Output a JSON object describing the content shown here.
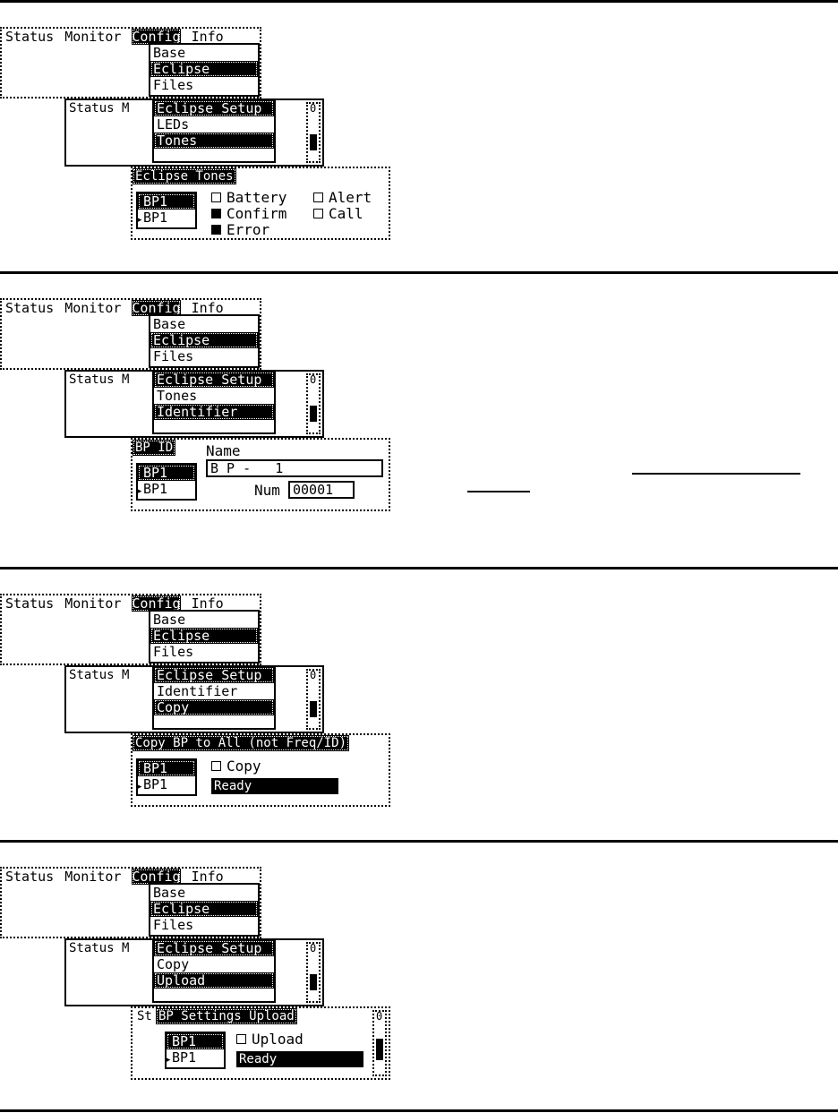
{
  "menubar": {
    "items": [
      "Status",
      "Monitor",
      "Config",
      "Info"
    ]
  },
  "config_menu": {
    "items": [
      "Base",
      "Eclipse",
      "Files"
    ]
  },
  "back_window": {
    "title": "Status",
    "title_frag": "M",
    "scroll_tag": "0"
  },
  "panels": [
    {
      "submenu_title": "Eclipse Setup",
      "submenu_items": [
        "LEDs",
        "Tones"
      ],
      "dialog_title": "Eclipse Tones",
      "bp_list": [
        "BP1",
        "BP1"
      ],
      "checks": [
        {
          "label": "Battery",
          "checked": false
        },
        {
          "label": "Confirm",
          "checked": true
        },
        {
          "label": "Error",
          "checked": true
        },
        {
          "label": "Alert",
          "checked": false
        },
        {
          "label": "Call",
          "checked": false
        }
      ]
    },
    {
      "submenu_title": "Eclipse Setup",
      "submenu_items": [
        "Tones",
        "Identifier"
      ],
      "dialog_title": "BP ID",
      "bp_list": [
        "BP1",
        "BP1"
      ],
      "name_label": "Name",
      "name_value": "B P -   1",
      "num_label": "Num",
      "num_value": "00001"
    },
    {
      "submenu_title": "Eclipse Setup",
      "submenu_items": [
        "Identifier",
        "Copy"
      ],
      "dialog_title": "Copy BP to All (not Freq/ID)",
      "bp_list": [
        "BP1",
        "BP1"
      ],
      "check_label": "Copy",
      "button_label": "Ready"
    },
    {
      "submenu_title": "Eclipse Setup",
      "submenu_items": [
        "Copy",
        "Upload"
      ],
      "dialog_title": "BP Settings Upload",
      "dialog_prefix": "St",
      "bp_list": [
        "BP1",
        "BP1"
      ],
      "check_label": "Upload",
      "button_label": "Ready"
    }
  ]
}
